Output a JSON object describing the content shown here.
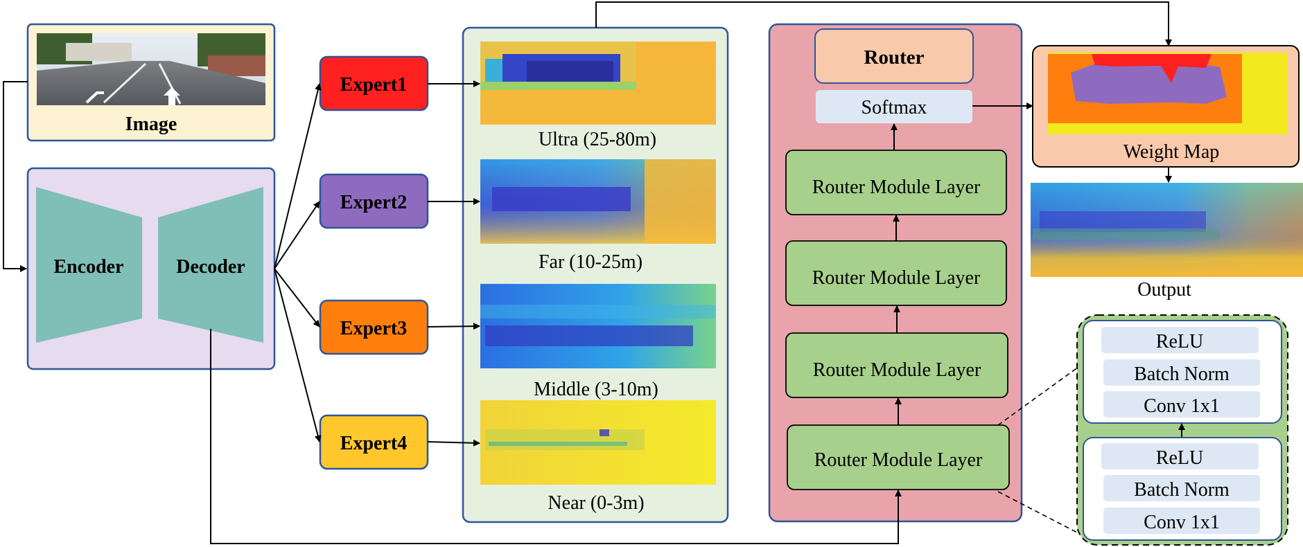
{
  "input": {
    "label": "Image"
  },
  "backbone": {
    "encoder_label": "Encoder",
    "decoder_label": "Decoder"
  },
  "experts": [
    {
      "label": "Expert1",
      "color": "#ff2020"
    },
    {
      "label": "Expert2",
      "color": "#8f6bc0"
    },
    {
      "label": "Expert3",
      "color": "#ff7f0e"
    },
    {
      "label": "Expert4",
      "color": "#ffc72c"
    }
  ],
  "depth_maps": [
    {
      "label": "Ultra (25-80m)"
    },
    {
      "label": "Far (10-25m)"
    },
    {
      "label": "Middle (3-10m)"
    },
    {
      "label": "Near (0-3m)"
    }
  ],
  "router": {
    "title": "Router",
    "softmax_label": "Softmax",
    "layers": [
      "Router Module Layer",
      "Router Module Layer",
      "Router Module Layer",
      "Router Module Layer"
    ]
  },
  "weight_map": {
    "label": "Weight Map"
  },
  "output": {
    "label": "Output"
  },
  "router_module_detail": {
    "blocks": [
      {
        "ops": [
          "ReLU",
          "Batch Norm",
          "Conv 1x1"
        ]
      },
      {
        "ops": [
          "ReLU",
          "Batch Norm",
          "Conv 1x1"
        ]
      }
    ]
  },
  "colors": {
    "image_panel": "#fdf3d3",
    "backbone_panel": "#e6dbef",
    "trapezoid": "#7fbfb8",
    "depth_panel": "#e6f0df",
    "router_panel": "#e8a4aa",
    "router_title": "#f8c9aa",
    "softmax": "#dde8f4",
    "router_layer": "#a8d08d",
    "weight_panel": "#f8c9aa",
    "detail_panel": "#a8d08d",
    "detail_op": "#dde8f4",
    "border_blue": "#2f5597"
  }
}
